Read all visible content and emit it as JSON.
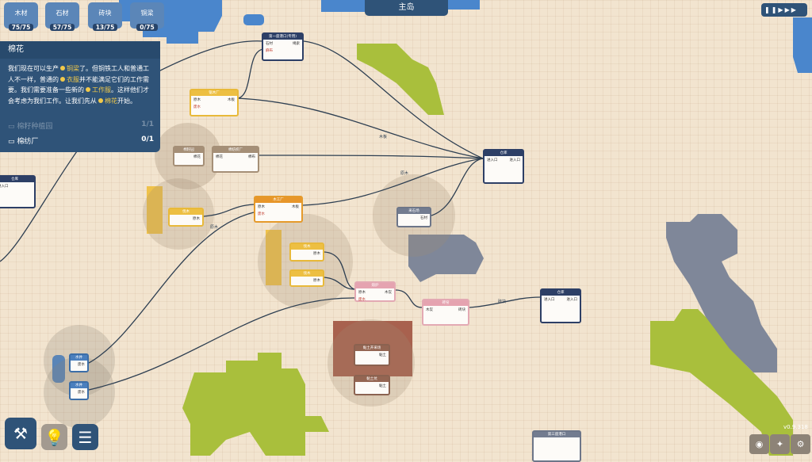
{
  "header": {
    "title": "主岛"
  },
  "resources": [
    {
      "name": "木材",
      "value": "75/75"
    },
    {
      "name": "石材",
      "value": "57/75"
    },
    {
      "name": "砖块",
      "value": "13/75"
    },
    {
      "name": "铜梁",
      "value": "0/75"
    }
  ],
  "quest": {
    "title": "棉花",
    "body": [
      {
        "t": "我们现在可以生产"
      },
      {
        "t": "铜梁",
        "hl": true
      },
      {
        "t": "了。但铜铁工人和普通工人不一样，普通的"
      },
      {
        "t": "衣服",
        "hl": true
      },
      {
        "t": "并不能满足它们的工作需要。我们需要准备一些新的"
      },
      {
        "t": "工作服",
        "hl": true
      },
      {
        "t": "。这样他们才会考虑为我们工作。让我们先从"
      },
      {
        "t": "棉花",
        "hl": true
      },
      {
        "t": "开始。"
      }
    ],
    "tasks": [
      {
        "label": "棉籽种植园",
        "count": "1/1",
        "done": true
      },
      {
        "label": "棉纺厂",
        "count": "0/1",
        "done": false
      }
    ]
  },
  "speed_controls": {
    "icons": [
      "pause-icon",
      "play-icon",
      "fast-icon",
      "fastest-icon"
    ]
  },
  "nodes": [
    {
      "id": "port1",
      "title": "第一座港口(专用)",
      "style": "navy",
      "in": [
        "石材",
        "麻布"
      ],
      "out": [
        "绳索"
      ]
    },
    {
      "id": "saw",
      "title": "锯木厂",
      "style": "yel",
      "in": [
        "原木",
        "废水"
      ],
      "out": [
        "木板"
      ]
    },
    {
      "id": "farm",
      "title": "棉籽园",
      "style": "tan",
      "in": [],
      "out": [
        "棉花"
      ]
    },
    {
      "id": "mill",
      "title": "棉纺织厂",
      "style": "tan",
      "in": [
        "棉花"
      ],
      "out": [
        "棉布"
      ]
    },
    {
      "id": "lumber",
      "title": "伐木",
      "style": "yel",
      "in": [],
      "out": [
        "原木"
      ]
    },
    {
      "id": "carp",
      "title": "木工厂",
      "style": "org",
      "in": [
        "原木",
        "废水"
      ],
      "out": [
        "木板"
      ]
    },
    {
      "id": "lumber2",
      "title": "伐木",
      "style": "yel",
      "in": [],
      "out": [
        "原木"
      ]
    },
    {
      "id": "lumber3",
      "title": "伐木",
      "style": "yel",
      "in": [],
      "out": [
        "原木"
      ]
    },
    {
      "id": "furn",
      "title": "熔炉",
      "style": "pink",
      "in": [
        "原木",
        "废水"
      ],
      "out": [
        "木炭"
      ]
    },
    {
      "id": "brick",
      "title": "砖窑",
      "style": "pink",
      "in": [
        "木炭"
      ],
      "out": [
        "砖块"
      ]
    },
    {
      "id": "wh1",
      "title": "仓库",
      "style": "navy",
      "in": [
        "进入口"
      ],
      "out": [
        "进入口"
      ]
    },
    {
      "id": "wh2",
      "title": "仓库",
      "style": "navy",
      "in": [
        "进入口"
      ],
      "out": [
        "进入口"
      ]
    },
    {
      "id": "quarry",
      "title": "采石场",
      "style": "grey",
      "in": [],
      "out": [
        "石材"
      ]
    },
    {
      "id": "whl",
      "title": "仓库",
      "style": "navy",
      "in": [
        "进入口"
      ],
      "out": []
    },
    {
      "id": "well1",
      "title": "水井",
      "style": "blue",
      "in": [],
      "out": [
        "废水"
      ]
    },
    {
      "id": "well2",
      "title": "水井",
      "style": "blue",
      "in": [],
      "out": [
        "废水"
      ]
    },
    {
      "id": "clay1",
      "title": "黏土开采场",
      "style": "brown",
      "in": [],
      "out": [
        "黏土"
      ]
    },
    {
      "id": "clay2",
      "title": "黏土坑",
      "style": "brown",
      "in": [],
      "out": [
        "黏土"
      ]
    },
    {
      "id": "port3",
      "title": "第三座港口",
      "style": "grey",
      "in": [],
      "out": []
    }
  ],
  "link_labels": [
    "木板",
    "原木",
    "石材",
    "砖块"
  ],
  "toolbar": {
    "build": "hammer-icon",
    "hint": "lightbulb-icon",
    "menu": "menu-icon"
  },
  "social": [
    "discord-icon",
    "twitter-icon",
    "steam-icon"
  ],
  "version": "v0.9.318",
  "colors": {
    "water": "#4a86cc",
    "grass": "#a9bf3c",
    "stone": "#7f8799",
    "sand": "#efc24a",
    "clay": "#a8614e",
    "panel": "#2f5378"
  }
}
